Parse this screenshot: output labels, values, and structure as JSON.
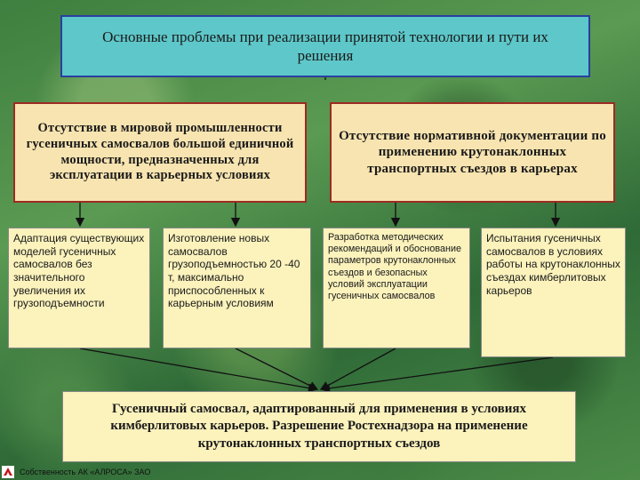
{
  "title": "Основные проблемы при реализации принятой  технологии и пути их решения",
  "problems": [
    "Отсутствие в мировой промышленности гусеничных самосвалов большой единичной мощности, предназначенных для эксплуатации в карьерных условиях",
    "Отсутствие нормативной документации по применению крутонаклонных транспортных съездов в карьерах"
  ],
  "solutions": [
    "Адаптация существующих моделей гусеничных самосвалов без значительного увеличения их грузоподъемности",
    "Изготовление новых самосвалов грузоподъемностью 20 -40 т, максимально приспособленных к карьерным условиям",
    "Разработка методических рекомендаций и обоснование параметров крутонаклонных съездов и безопасных условий эксплуатации гусеничных самосвалов",
    "Испытания гусеничных самосвалов в условиях работы на крутонаклонных съездах кимберлитовых карьеров"
  ],
  "result": "Гусеничный самосвал, адаптированный для применения в условиях кимберлитовых карьеров. Разрешение Ростехнадзора на применение крутонаклонных транспортных съездов",
  "footer": "Собственность АК «АЛРОСА» ЗАО",
  "colors": {
    "title_bg": "#5ec7c9",
    "problem_bg": "#f8e4b0",
    "solution_bg": "#fbf2bc",
    "problem_border": "#9c2b23"
  }
}
